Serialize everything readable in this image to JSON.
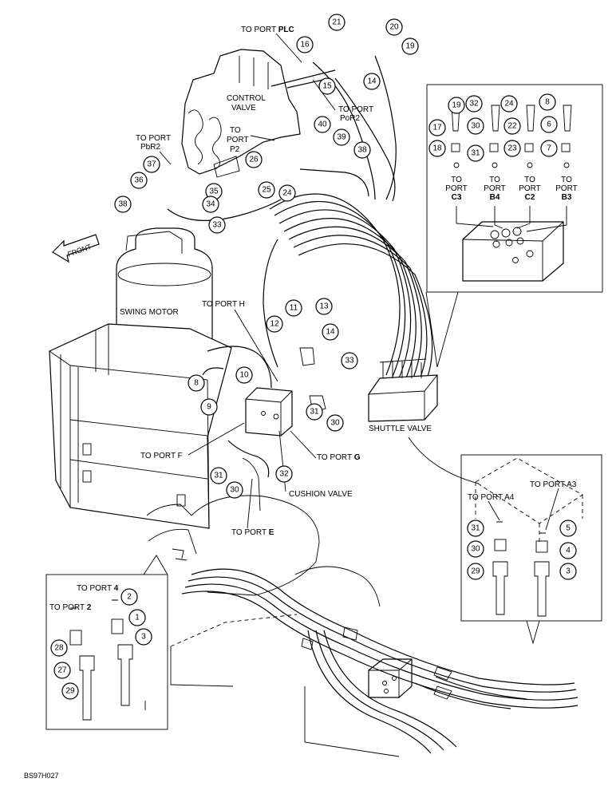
{
  "labels": {
    "to_port_plc_prefix": "TO PORT ",
    "to_port_plc_bold": "PLC",
    "control_valve_1": "CONTROL",
    "control_valve_2": "VALVE",
    "to_port_por2_1": "TO PORT",
    "to_port_por2_2": "PoR2",
    "to_port_p2_1": "TO",
    "to_port_p2_2": "PORT",
    "to_port_p2_3": "P2",
    "to_port_pbr2_1": "TO PORT",
    "to_port_pbr2_2": "PbR2",
    "front": "FRONT",
    "swing_motor": "SWING MOTOR",
    "to_port_h": "TO PORT H",
    "to_port_f": "TO PORT F",
    "to_port_g_prefix": "TO PORT ",
    "to_port_g_bold": "G",
    "to_port_e_prefix": "TO PORT ",
    "to_port_e_bold": "E",
    "cushion_valve": "CUSHION VALVE",
    "shuttle_valve": "SHUTTLE VALVE",
    "to": "TO",
    "port": "PORT",
    "c3": "C3",
    "b4": "B4",
    "c2": "C2",
    "b3": "B3",
    "to_port_a4": "TO PORT A4",
    "to_port_a3": "TO PORT A3",
    "to_port_4_prefix": "TO PORT ",
    "to_port_4_bold": "4",
    "to_port_2_prefix": "TO PORT ",
    "to_port_2_bold": "2",
    "figure_id": "BS97H027"
  },
  "callouts": {
    "c21": "21",
    "c20": "20",
    "c19": "19",
    "c16": "16",
    "c15": "15",
    "c14a": "14",
    "c40": "40",
    "c39": "39",
    "c38a": "38",
    "c26": "26",
    "c25": "25",
    "c24a": "24",
    "c37": "37",
    "c36": "36",
    "c35": "35",
    "c34": "34",
    "c38b": "38",
    "c33a": "33",
    "d19": "19",
    "d32": "32",
    "d24": "24",
    "d8": "8",
    "d17": "17",
    "d30": "30",
    "d22": "22",
    "d6": "6",
    "d18": "18",
    "d31": "31",
    "d23": "23",
    "d7": "7",
    "c11": "11",
    "c13": "13",
    "c12": "12",
    "c14b": "14",
    "c33b": "33",
    "c8": "8",
    "c10": "10",
    "c9": "9",
    "c31a": "31",
    "c30a": "30",
    "c31b": "31",
    "c30b": "30",
    "c32": "32",
    "r31": "31",
    "r5": "5",
    "r30": "30",
    "r4": "4",
    "r29": "29",
    "r3": "3",
    "l2": "2",
    "l1": "1",
    "l3": "3",
    "l28": "28",
    "l27": "27",
    "l29": "29"
  }
}
